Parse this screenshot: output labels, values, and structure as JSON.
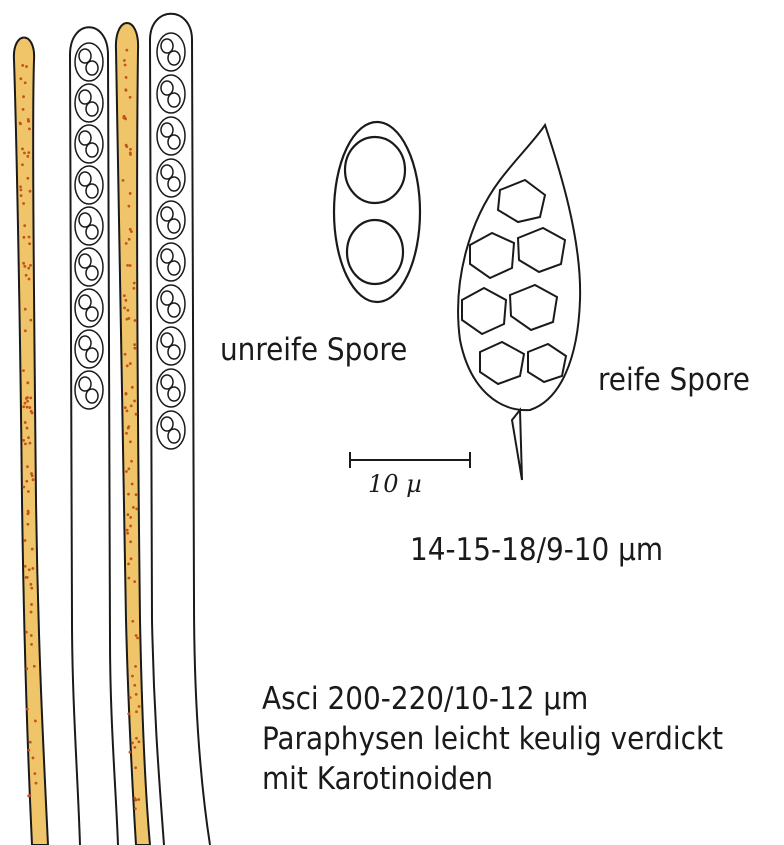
{
  "labels": {
    "unreife_spore": "unreife Spore",
    "reife_spore": "reife Spore",
    "scale": "10 µ",
    "spore_size": "14-15-18/9-10 µm",
    "asci_line1": "Asci 200-220/10-12 µm",
    "asci_line2": "Paraphysen leicht keulig verdickt",
    "asci_line3": "mit Karotinoiden"
  },
  "colors": {
    "ink": "#1a1a1a",
    "paraphysis_fill": "#f0c56a",
    "pigment_dots": "#c4521e",
    "paper": "#ffffff"
  }
}
